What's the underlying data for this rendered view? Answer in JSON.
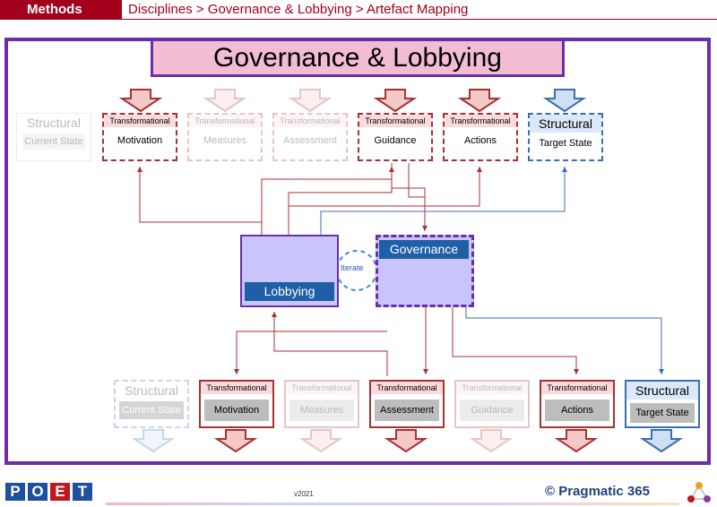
{
  "header": {
    "section": "Methods",
    "breadcrumb": "Disciplines > Governance & Lobbying > Artefact Mapping"
  },
  "title": "Governance & Lobbying",
  "top_row": [
    {
      "id": "t-structural-current",
      "kind": "structural",
      "state": "faded",
      "header": "Structural",
      "label": "Current State"
    },
    {
      "id": "t-motivation",
      "kind": "transformational",
      "state": "active",
      "header": "Transformational",
      "label": "Motivation"
    },
    {
      "id": "t-measures",
      "kind": "transformational",
      "state": "faded",
      "header": "Transformational",
      "label": "Measures"
    },
    {
      "id": "t-assessment",
      "kind": "transformational",
      "state": "faded",
      "header": "Transformational",
      "label": "Assessment"
    },
    {
      "id": "t-guidance",
      "kind": "transformational",
      "state": "active",
      "header": "Transformational",
      "label": "Guidance"
    },
    {
      "id": "t-actions",
      "kind": "transformational",
      "state": "active",
      "header": "Transformational",
      "label": "Actions"
    },
    {
      "id": "t-structural-target",
      "kind": "structural",
      "state": "active",
      "header": "Structural",
      "label": "Target State"
    }
  ],
  "bottom_row": [
    {
      "id": "b-structural-current",
      "kind": "structural",
      "state": "faded",
      "header": "Structural",
      "label": "Current State"
    },
    {
      "id": "b-motivation",
      "kind": "transformational",
      "state": "active",
      "header": "Transformational",
      "label": "Motivation"
    },
    {
      "id": "b-measures",
      "kind": "transformational",
      "state": "faded",
      "header": "Transformational",
      "label": "Measures"
    },
    {
      "id": "b-assessment",
      "kind": "transformational",
      "state": "active",
      "header": "Transformational",
      "label": "Assessment"
    },
    {
      "id": "b-guidance",
      "kind": "transformational",
      "state": "faded",
      "header": "Transformational",
      "label": "Guidance"
    },
    {
      "id": "b-actions",
      "kind": "transformational",
      "state": "active",
      "header": "Transformational",
      "label": "Actions"
    },
    {
      "id": "b-structural-target",
      "kind": "structural",
      "state": "active",
      "header": "Structural",
      "label": "Target State"
    }
  ],
  "center": {
    "governance": "Governance",
    "lobbying": "Lobbying",
    "iterate": "Iterate"
  },
  "footer": {
    "poet": [
      "P",
      "O",
      "E",
      "T"
    ],
    "version": "v2021",
    "brand": "© Pragmatic 365"
  },
  "colors": {
    "accent_red": "#a3001c",
    "frame_purple": "#6a2fa8",
    "title_pink": "#f2bcd3",
    "blue": "#1f5fa8",
    "transformational_red": "#a83232",
    "structural_blue": "#3a6fb0"
  }
}
